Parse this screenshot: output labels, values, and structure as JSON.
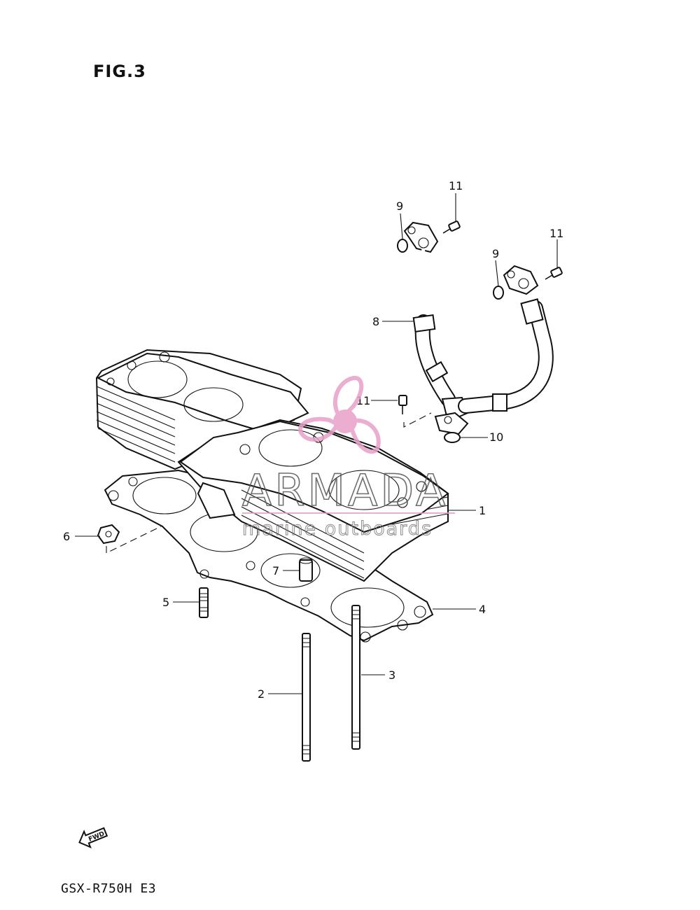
{
  "figure": {
    "title": "FIG.3",
    "model_code": "GSX-R750H E3",
    "direction_arrow_text": "FWD"
  },
  "watermark": {
    "brand": "ARMADA",
    "tagline": "marine outboards",
    "accent_color": "#e9a0c8",
    "logo_icon": "propeller-icon"
  },
  "callouts": [
    {
      "number": "1"
    },
    {
      "number": "2"
    },
    {
      "number": "3"
    },
    {
      "number": "4"
    },
    {
      "number": "5"
    },
    {
      "number": "6"
    },
    {
      "number": "7"
    },
    {
      "number": "8"
    },
    {
      "number": "9"
    },
    {
      "number": "9"
    },
    {
      "number": "10"
    },
    {
      "number": "11"
    },
    {
      "number": "11"
    },
    {
      "number": "11"
    }
  ]
}
